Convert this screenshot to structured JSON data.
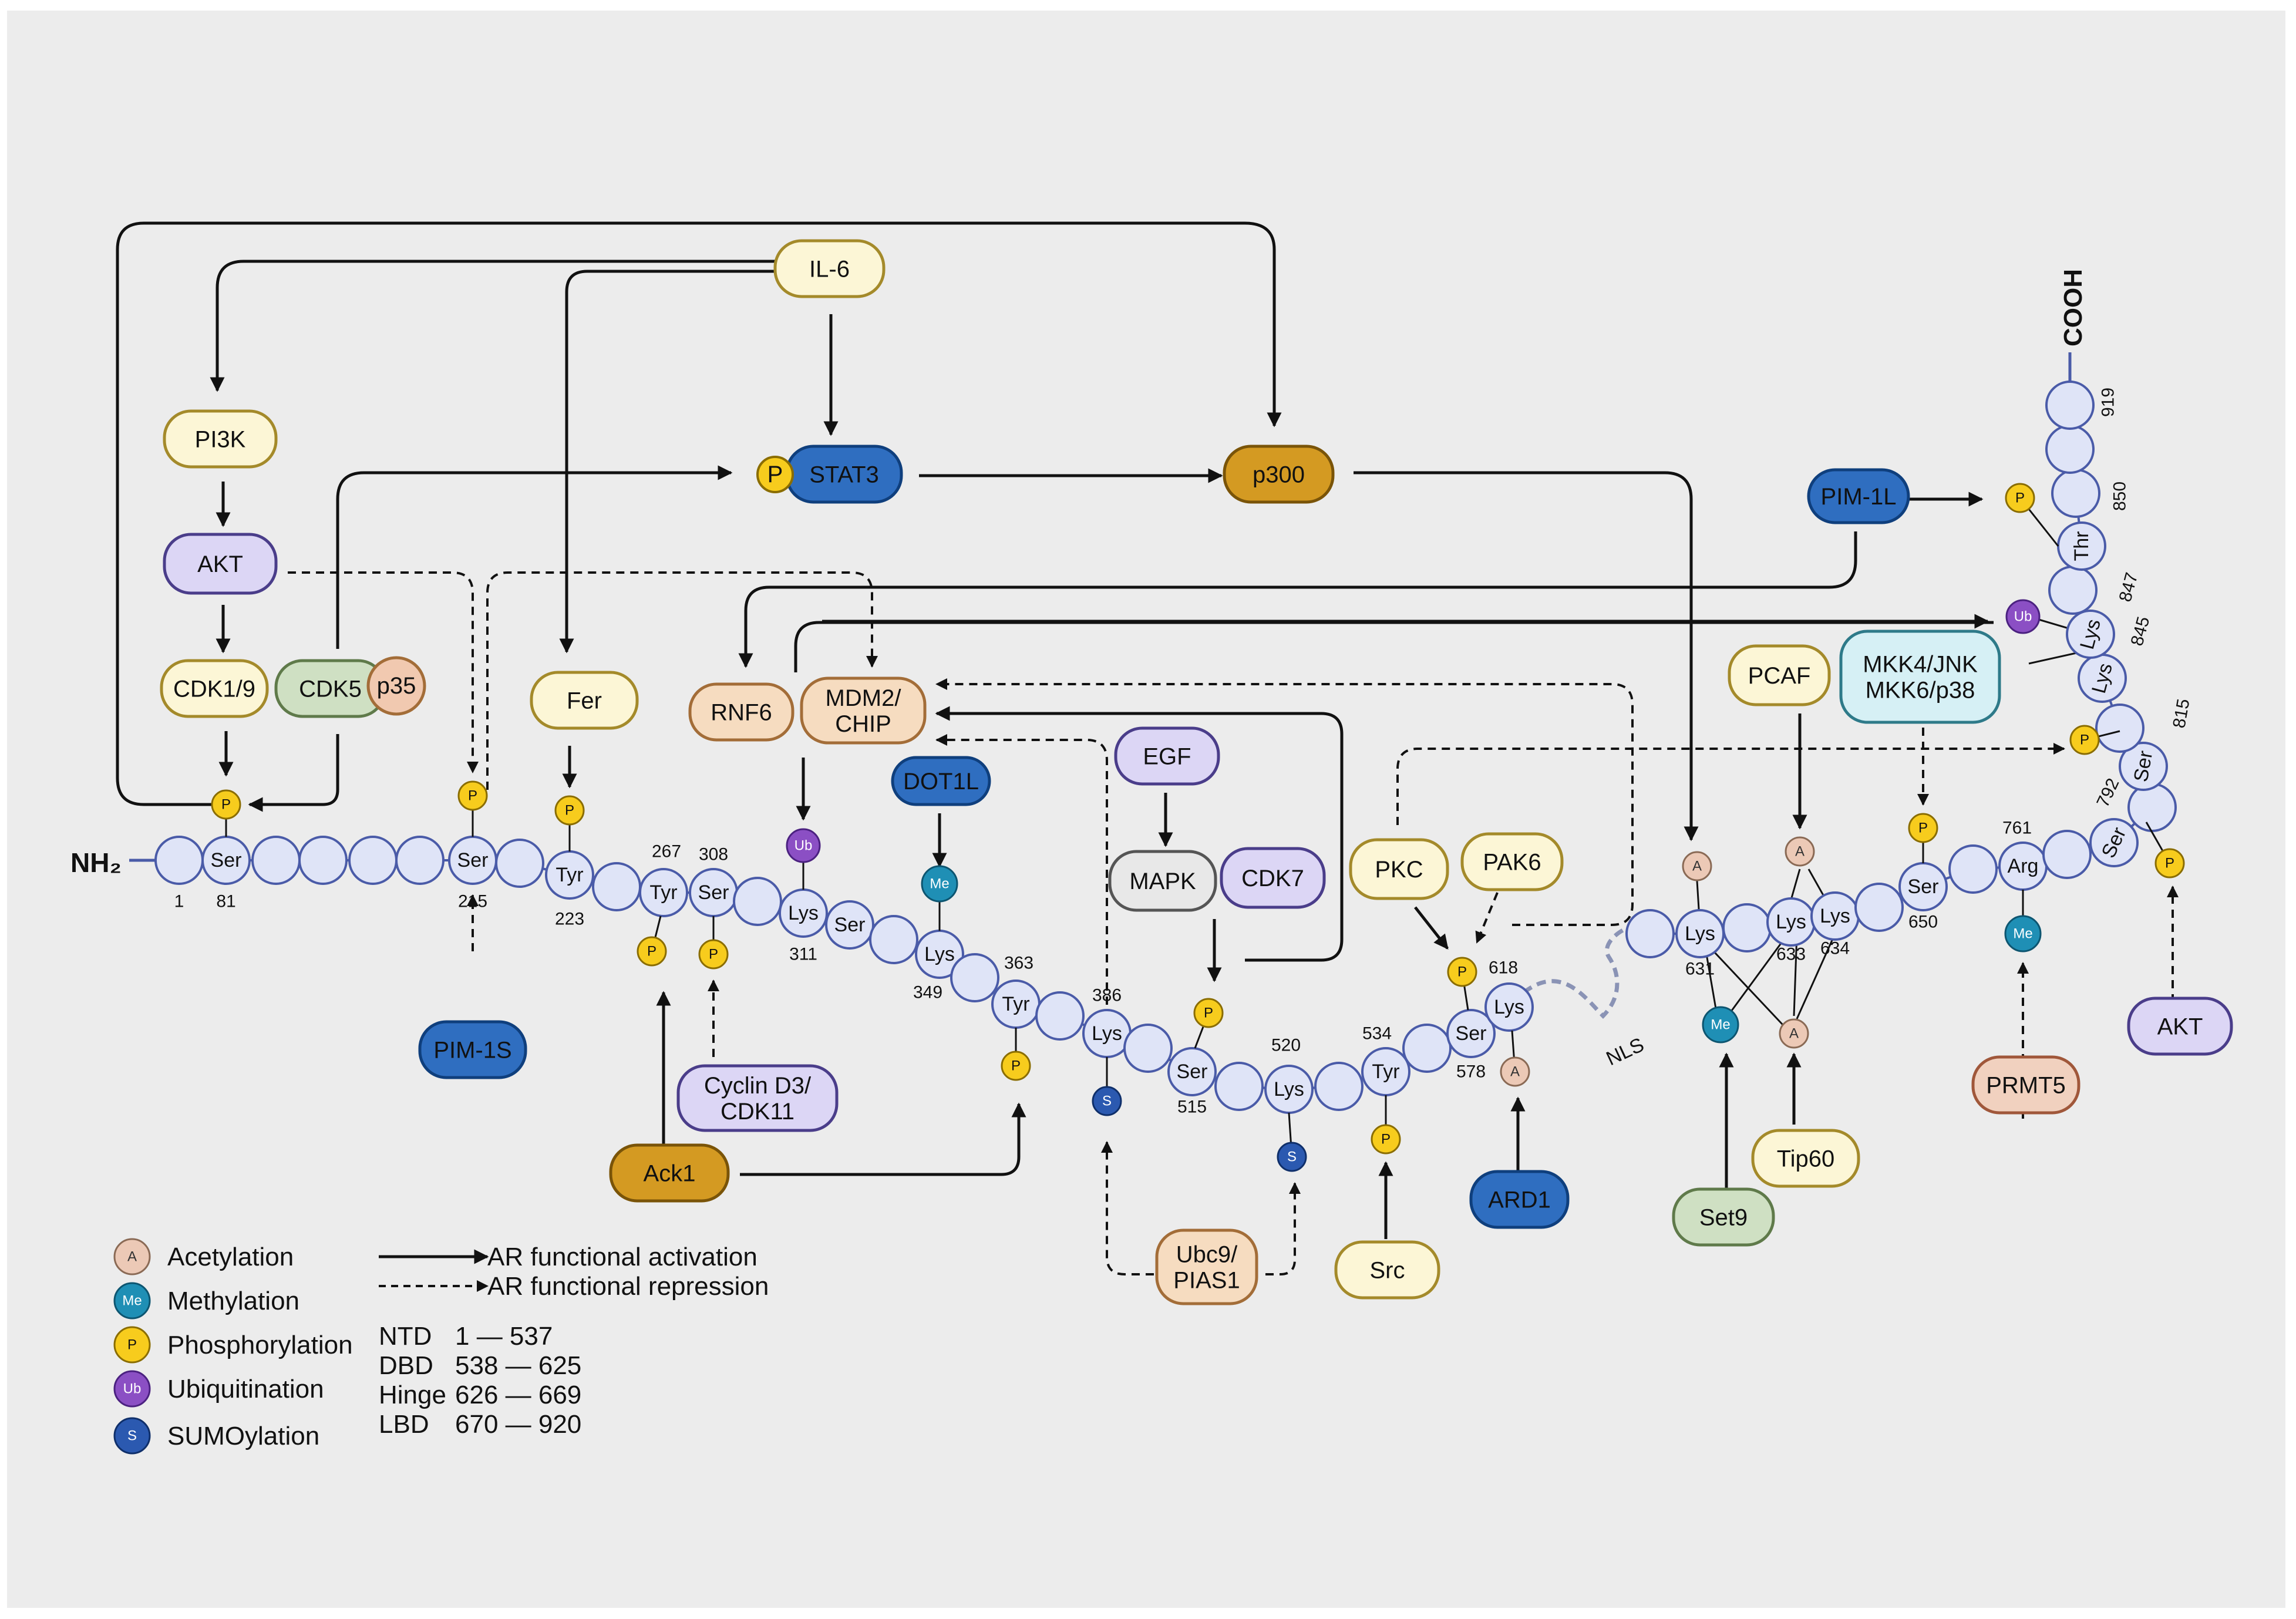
{
  "termini": {
    "n_term": "NH₂",
    "c_term": "COOH"
  },
  "proteins": {
    "il6": "IL-6",
    "pi3k": "PI3K",
    "akt_top": "AKT",
    "cdk19": "CDK1/9",
    "cdk5": "CDK5",
    "p35": "p35",
    "stat3": "STAT3",
    "p300": "p300",
    "fer": "Fer",
    "rnf6": "RNF6",
    "mdm2": "MDM2/\nCHIP",
    "dot1l": "DOT1L",
    "egf": "EGF",
    "mapk": "MAPK",
    "cdk7": "CDK7",
    "pkc": "PKC",
    "pak6": "PAK6",
    "pcaf": "PCAF",
    "mkk": "MKK4/JNK\nMKK6/p38",
    "pim1l": "PIM-1L",
    "pim1s": "PIM-1S",
    "cyclin": "Cyclin D3/\nCDK11",
    "ack1": "Ack1",
    "ubc9": "Ubc9/\nPIAS1",
    "src": "Src",
    "ard1": "ARD1",
    "set9": "Set9",
    "tip60": "Tip60",
    "prmt5": "PRMT5",
    "akt_bottom": "AKT"
  },
  "residues": {
    "ser81": "Ser",
    "ser215": "Ser",
    "tyr223": "Tyr",
    "tyr267": "Tyr",
    "ser308": "Ser",
    "lys311": "Lys",
    "ser_unl": "Ser",
    "lys349": "Lys",
    "tyr363": "Tyr",
    "lys386": "Lys",
    "ser515": "Ser",
    "lys520": "Lys",
    "tyr534": "Tyr",
    "ser578": "Ser",
    "lys618": "Lys",
    "lys631": "Lys",
    "lys633": "Lys",
    "lys634": "Lys",
    "ser650": "Ser",
    "arg761": "Arg",
    "ser792": "Ser",
    "ser815": "Ser",
    "lys845": "Lys",
    "lys847": "Lys",
    "thr850": "Thr"
  },
  "numbers": {
    "n1": "1",
    "n81": "81",
    "n215": "215",
    "n223": "223",
    "n267": "267",
    "n308": "308",
    "n311": "311",
    "n349": "349",
    "n363": "363",
    "n386": "386",
    "n515": "515",
    "n520": "520",
    "n534": "534",
    "n578": "578",
    "n618": "618",
    "n631": "631",
    "n633": "633",
    "n634": "634",
    "n650": "650",
    "n761": "761",
    "n792": "792",
    "n815": "815",
    "n845": "845",
    "n847": "847",
    "n850": "850",
    "n919": "919"
  },
  "mods": {
    "p": "P",
    "a": "A",
    "me": "Me",
    "ub": "Ub",
    "s": "S"
  },
  "nls": "NLS",
  "legend": {
    "acetylation": "Acetylation",
    "methylation": "Methylation",
    "phosphorylation": "Phosphorylation",
    "ubiquitination": "Ubiquitination",
    "sumoylation": "SUMOylation",
    "activation": "AR functional activation",
    "repression": "AR functional repression"
  },
  "domains": [
    {
      "name": "NTD",
      "range": "1 — 537"
    },
    {
      "name": "DBD",
      "range": "538 — 625"
    },
    {
      "name": "Hinge",
      "range": "626 — 669"
    },
    {
      "name": "LBD",
      "range": "670 — 920"
    }
  ],
  "colors": {
    "residue_fill": "#dfe4f7",
    "residue_stroke": "#4a5ba8",
    "phospho": "#f7cc1d",
    "acetyl": "#ecc9b6",
    "methyl": "#1f8fb5",
    "ubiq": "#8b4fc4",
    "sumo": "#2b59b0",
    "blue_protein": "#2f6ec0",
    "gold_protein": "#d49a22",
    "cream_protein": "#fcf6d6",
    "lavender_protein": "#dcd6f5"
  }
}
